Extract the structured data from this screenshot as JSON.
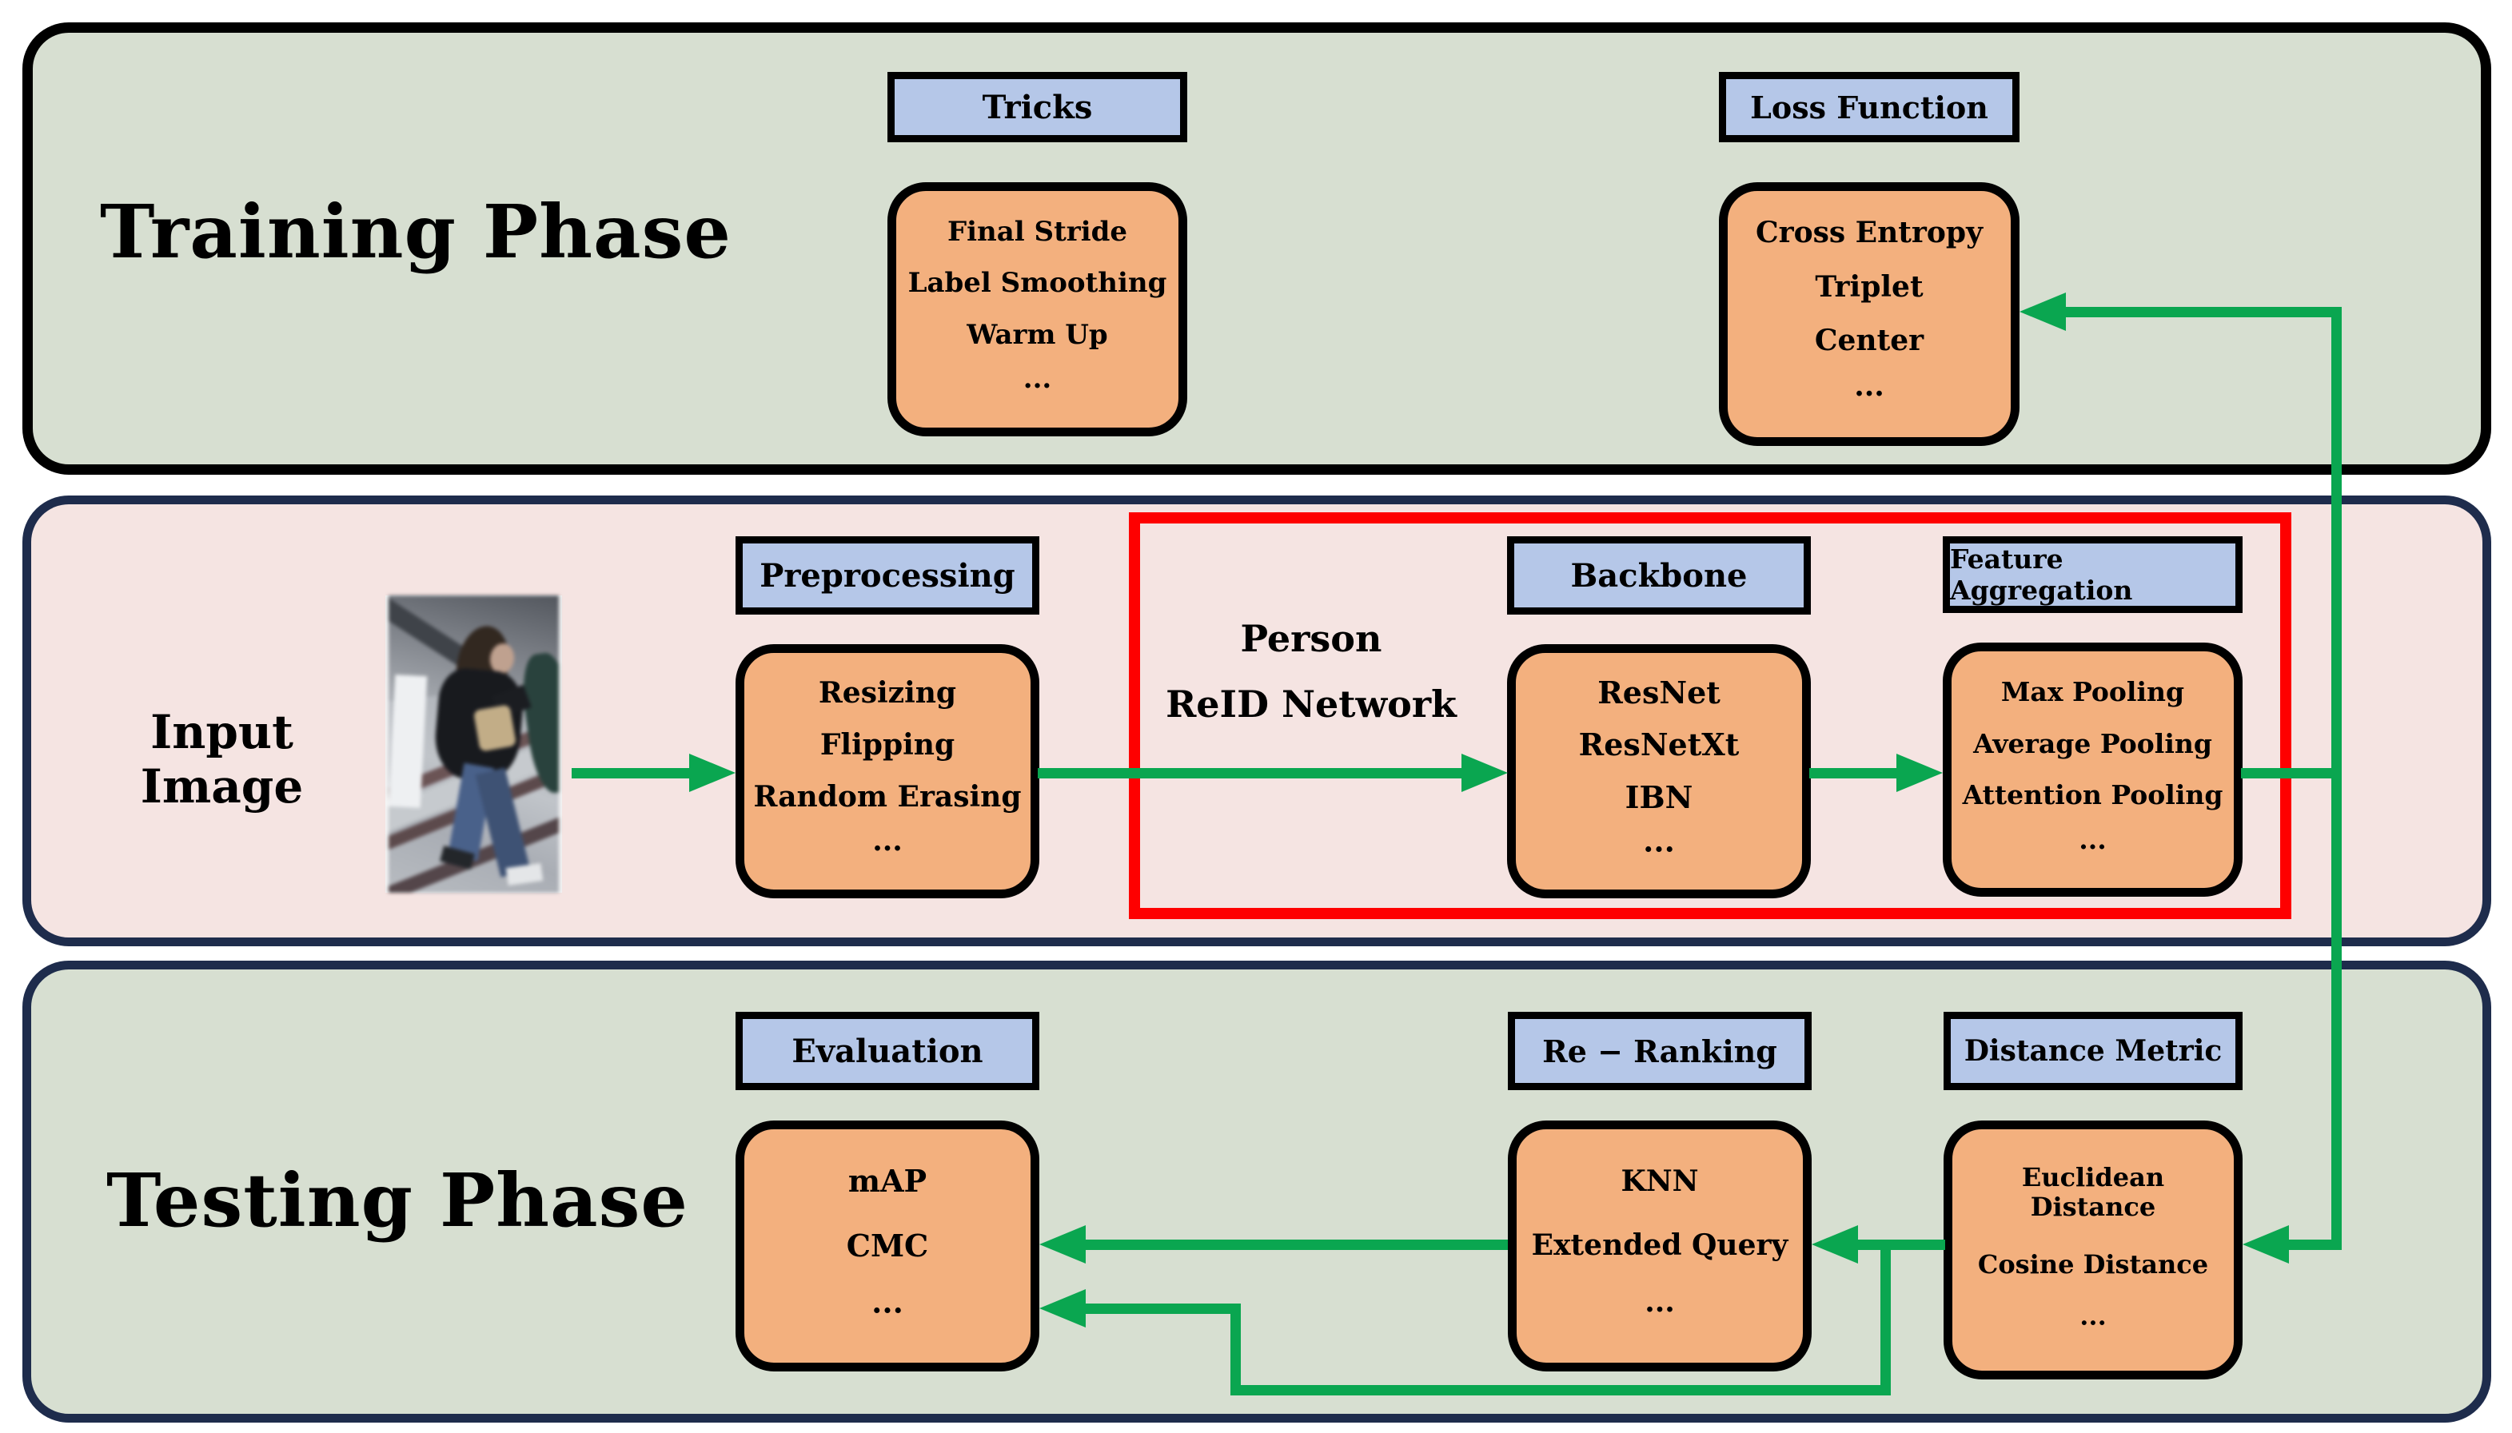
{
  "colors": {
    "arrow_green": "#0aa650",
    "network_frame_red": "#fe0000",
    "panel_border_navy": "#1e2c4c",
    "panel_border_black": "#000000",
    "header_fill_blue": "#b5c7e8",
    "card_fill_orange": "#f3b07e",
    "panel_fill_green": "#d7dfd1",
    "panel_fill_pink": "#f5e4e2"
  },
  "training": {
    "title": "Training Phase",
    "tricks": {
      "header": "Tricks",
      "items": [
        "Final Stride",
        "Label Smoothing",
        "Warm Up",
        "···"
      ]
    },
    "loss": {
      "header": "Loss Function",
      "items": [
        "Cross Entropy",
        "Triplet",
        "Center",
        "···"
      ]
    }
  },
  "inference": {
    "input_label": "Input Image",
    "network_label": [
      "Person",
      "ReID Network"
    ],
    "preprocessing": {
      "header": "Preprocessing",
      "items": [
        "Resizing",
        "Flipping",
        "Random Erasing",
        "···"
      ]
    },
    "backbone": {
      "header": "Backbone",
      "items": [
        "ResNet",
        "ResNetXt",
        "IBN",
        "···"
      ]
    },
    "feature_aggregation": {
      "header": "Feature Aggregation",
      "items": [
        "Max Pooling",
        "Average Pooling",
        "Attention Pooling",
        "···"
      ]
    }
  },
  "testing": {
    "title": "Testing Phase",
    "evaluation": {
      "header": "Evaluation",
      "items": [
        "mAP",
        "CMC",
        "···"
      ]
    },
    "re_ranking": {
      "header": "Re − Ranking",
      "items": [
        "KNN",
        "Extended Query",
        "···"
      ]
    },
    "distance_metric": {
      "header": "Distance Metric",
      "items": [
        "Euclidean Distance",
        "Cosine Distance",
        "···"
      ]
    }
  }
}
